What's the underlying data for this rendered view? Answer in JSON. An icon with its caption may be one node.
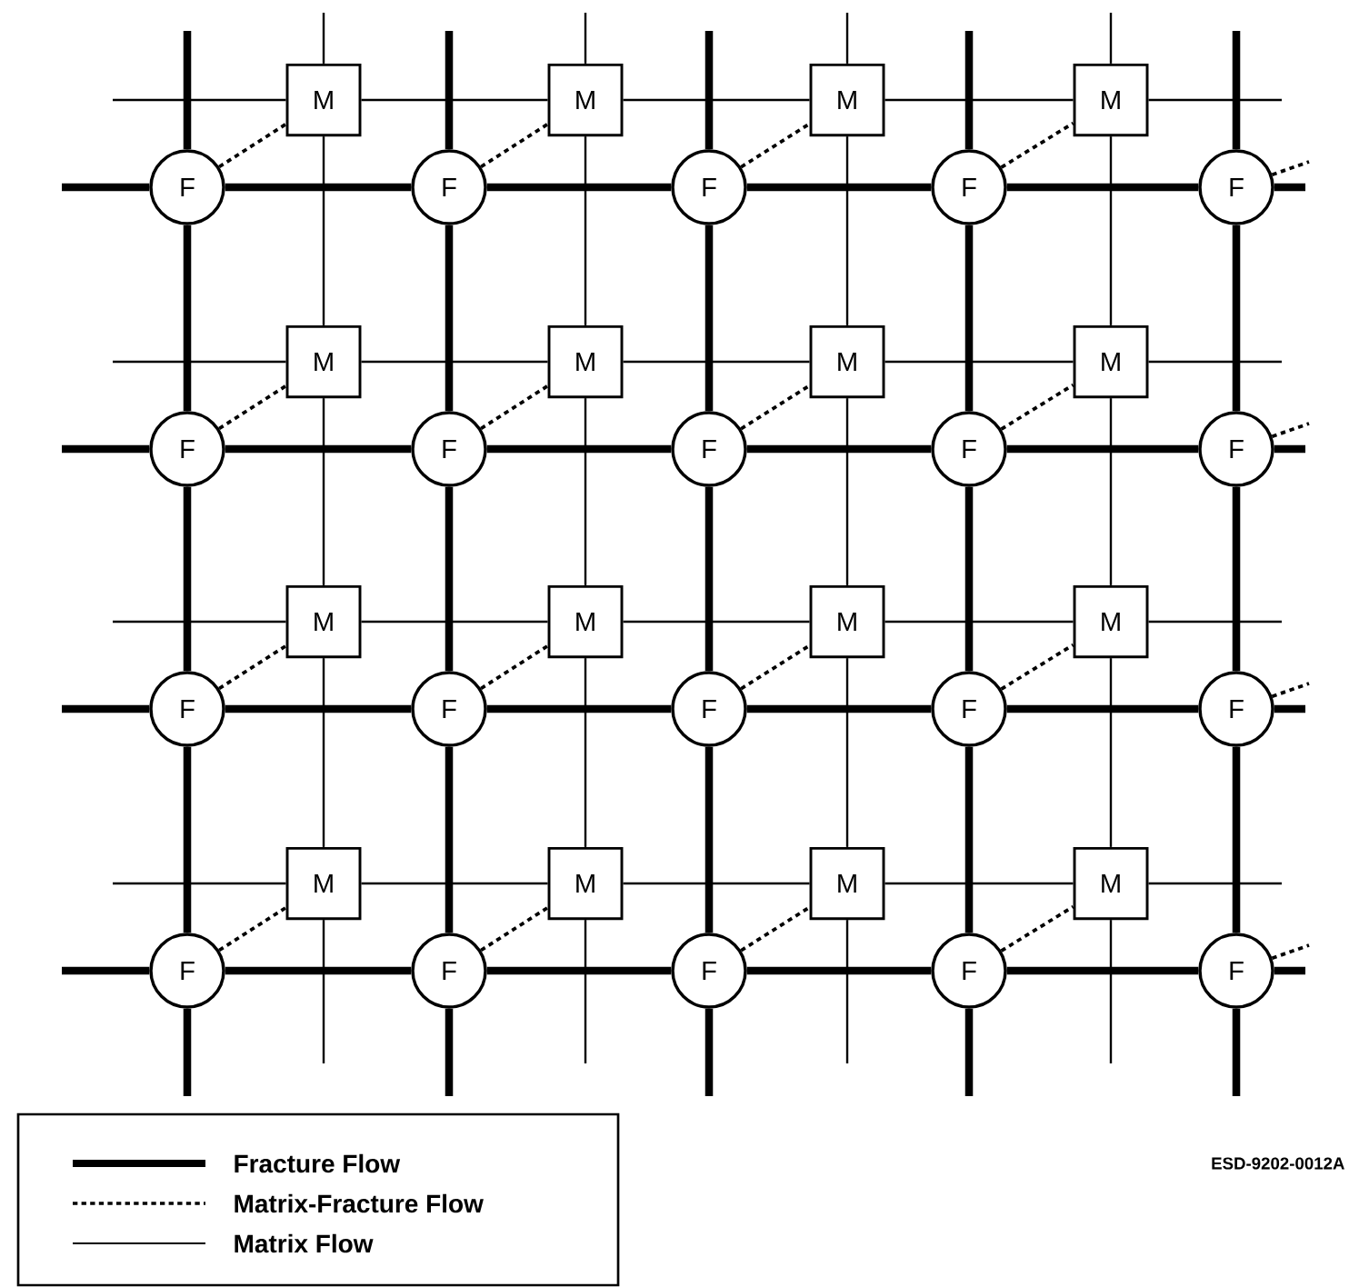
{
  "diagram": {
    "nodes": [
      {
        "text": [
          "M"
        ]
      },
      {
        "text": [
          "M"
        ]
      },
      {
        "text": [
          "M"
        ]
      },
      {
        "text": [
          "M"
        ]
      },
      {
        "text": [
          "F"
        ]
      },
      {
        "text": [
          "F"
        ]
      },
      {
        "text": [
          "F"
        ]
      },
      {
        "text": [
          "F"
        ]
      },
      {
        "text": [
          "F"
        ]
      },
      {
        "text": [
          "M"
        ]
      },
      {
        "text": [
          "M"
        ]
      },
      {
        "text": [
          "M"
        ]
      },
      {
        "text": [
          "M"
        ]
      },
      {
        "text": [
          "F"
        ]
      },
      {
        "text": [
          "F"
        ]
      },
      {
        "text": [
          "F"
        ]
      },
      {
        "text": [
          "F"
        ]
      },
      {
        "text": [
          "F"
        ]
      },
      {
        "text": [
          "M"
        ]
      },
      {
        "text": [
          "M"
        ]
      },
      {
        "text": [
          "M"
        ]
      },
      {
        "text": [
          "M"
        ]
      },
      {
        "text": [
          "F"
        ]
      },
      {
        "text": [
          "F"
        ]
      },
      {
        "text": [
          "F"
        ]
      },
      {
        "text": [
          "F"
        ]
      },
      {
        "text": [
          "F"
        ]
      },
      {
        "text": [
          "M"
        ]
      },
      {
        "text": [
          "M"
        ]
      },
      {
        "text": [
          "M"
        ]
      },
      {
        "text": [
          "M"
        ]
      },
      {
        "text": [
          "F"
        ]
      },
      {
        "text": [
          "F"
        ]
      },
      {
        "text": [
          "F"
        ]
      },
      {
        "text": [
          "F"
        ]
      },
      {
        "text": [
          "F"
        ]
      }
    ],
    "edges": [
      {
        "from": null,
        "to": 4,
        "arrow": "none",
        "style": "thick"
      },
      {
        "from": 4,
        "to": 5,
        "arrow": "none",
        "style": "thick"
      },
      {
        "from": 5,
        "to": 6,
        "arrow": "none",
        "style": "thick"
      },
      {
        "from": 6,
        "to": 7,
        "arrow": "none",
        "style": "thick"
      },
      {
        "from": 7,
        "to": 8,
        "arrow": "none",
        "style": "thick"
      },
      {
        "from": 8,
        "to": null,
        "arrow": "none",
        "style": "thick"
      },
      {
        "from": null,
        "to": 13,
        "arrow": "none",
        "style": "thick"
      },
      {
        "from": 13,
        "to": 14,
        "arrow": "none",
        "style": "thick"
      },
      {
        "from": 14,
        "to": 15,
        "arrow": "none",
        "style": "thick"
      },
      {
        "from": 15,
        "to": 16,
        "arrow": "none",
        "style": "thick"
      },
      {
        "from": 16,
        "to": 17,
        "arrow": "none",
        "style": "thick"
      },
      {
        "from": 17,
        "to": null,
        "arrow": "none",
        "style": "thick"
      },
      {
        "from": null,
        "to": 22,
        "arrow": "none",
        "style": "thick"
      },
      {
        "from": 22,
        "to": 23,
        "arrow": "none",
        "style": "thick"
      },
      {
        "from": 23,
        "to": 24,
        "arrow": "none",
        "style": "thick"
      },
      {
        "from": 24,
        "to": 25,
        "arrow": "none",
        "style": "thick"
      },
      {
        "from": 25,
        "to": 26,
        "arrow": "none",
        "style": "thick"
      },
      {
        "from": 26,
        "to": null,
        "arrow": "none",
        "style": "thick"
      },
      {
        "from": null,
        "to": 31,
        "arrow": "none",
        "style": "thick"
      },
      {
        "from": 31,
        "to": 32,
        "arrow": "none",
        "style": "thick"
      },
      {
        "from": 32,
        "to": 33,
        "arrow": "none",
        "style": "thick"
      },
      {
        "from": 33,
        "to": 34,
        "arrow": "none",
        "style": "thick"
      },
      {
        "from": 34,
        "to": 35,
        "arrow": "none",
        "style": "thick"
      },
      {
        "from": 35,
        "to": null,
        "arrow": "none",
        "style": "thick"
      },
      {
        "from": null,
        "to": 4,
        "arrow": "none",
        "style": "thick"
      },
      {
        "from": 4,
        "to": 13,
        "arrow": "none",
        "style": "thick"
      },
      {
        "from": 13,
        "to": 22,
        "arrow": "none",
        "style": "thick"
      },
      {
        "from": 22,
        "to": 31,
        "arrow": "none",
        "style": "thick"
      },
      {
        "from": 31,
        "to": null,
        "arrow": "none",
        "style": "thick"
      },
      {
        "from": null,
        "to": 5,
        "arrow": "none",
        "style": "thick"
      },
      {
        "from": 5,
        "to": 14,
        "arrow": "none",
        "style": "thick"
      },
      {
        "from": 14,
        "to": 23,
        "arrow": "none",
        "style": "thick"
      },
      {
        "from": 23,
        "to": 32,
        "arrow": "none",
        "style": "thick"
      },
      {
        "from": 32,
        "to": null,
        "arrow": "none",
        "style": "thick"
      },
      {
        "from": null,
        "to": 6,
        "arrow": "none",
        "style": "thick"
      },
      {
        "from": 6,
        "to": 15,
        "arrow": "none",
        "style": "thick"
      },
      {
        "from": 15,
        "to": 24,
        "arrow": "none",
        "style": "thick"
      },
      {
        "from": 24,
        "to": 33,
        "arrow": "none",
        "style": "thick"
      },
      {
        "from": 33,
        "to": null,
        "arrow": "none",
        "style": "thick"
      },
      {
        "from": null,
        "to": 7,
        "arrow": "none",
        "style": "thick"
      },
      {
        "from": 7,
        "to": 16,
        "arrow": "none",
        "style": "thick"
      },
      {
        "from": 16,
        "to": 25,
        "arrow": "none",
        "style": "thick"
      },
      {
        "from": 25,
        "to": 34,
        "arrow": "none",
        "style": "thick"
      },
      {
        "from": 34,
        "to": null,
        "arrow": "none",
        "style": "thick"
      },
      {
        "from": null,
        "to": 8,
        "arrow": "none",
        "style": "thick"
      },
      {
        "from": 8,
        "to": 17,
        "arrow": "none",
        "style": "thick"
      },
      {
        "from": 17,
        "to": 26,
        "arrow": "none",
        "style": "thick"
      },
      {
        "from": 26,
        "to": 35,
        "arrow": "none",
        "style": "thick"
      },
      {
        "from": 35,
        "to": null,
        "arrow": "none",
        "style": "thick"
      },
      {
        "from": null,
        "to": 0,
        "arrow": "none"
      },
      {
        "from": 0,
        "to": 1,
        "arrow": "none"
      },
      {
        "from": 1,
        "to": 2,
        "arrow": "none"
      },
      {
        "from": 2,
        "to": 3,
        "arrow": "none"
      },
      {
        "from": 3,
        "to": null,
        "arrow": "none"
      },
      {
        "from": null,
        "to": 9,
        "arrow": "none"
      },
      {
        "from": 9,
        "to": 10,
        "arrow": "none"
      },
      {
        "from": 10,
        "to": 11,
        "arrow": "none"
      },
      {
        "from": 11,
        "to": 12,
        "arrow": "none"
      },
      {
        "from": 12,
        "to": null,
        "arrow": "none"
      },
      {
        "from": null,
        "to": 18,
        "arrow": "none"
      },
      {
        "from": 18,
        "to": 19,
        "arrow": "none"
      },
      {
        "from": 19,
        "to": 20,
        "arrow": "none"
      },
      {
        "from": 20,
        "to": 21,
        "arrow": "none"
      },
      {
        "from": 21,
        "to": null,
        "arrow": "none"
      },
      {
        "from": null,
        "to": 27,
        "arrow": "none"
      },
      {
        "from": 27,
        "to": 28,
        "arrow": "none"
      },
      {
        "from": 28,
        "to": 29,
        "arrow": "none"
      },
      {
        "from": 29,
        "to": 30,
        "arrow": "none"
      },
      {
        "from": 30,
        "to": null,
        "arrow": "none"
      },
      {
        "from": null,
        "to": 0,
        "arrow": "none"
      },
      {
        "from": 0,
        "to": 9,
        "arrow": "none"
      },
      {
        "from": 9,
        "to": 18,
        "arrow": "none"
      },
      {
        "from": 18,
        "to": 27,
        "arrow": "none"
      },
      {
        "from": 27,
        "to": null,
        "arrow": "none"
      },
      {
        "from": null,
        "to": 1,
        "arrow": "none"
      },
      {
        "from": 1,
        "to": 10,
        "arrow": "none"
      },
      {
        "from": 10,
        "to": 19,
        "arrow": "none"
      },
      {
        "from": 19,
        "to": 28,
        "arrow": "none"
      },
      {
        "from": 28,
        "to": null,
        "arrow": "none"
      },
      {
        "from": null,
        "to": 2,
        "arrow": "none"
      },
      {
        "from": 2,
        "to": 11,
        "arrow": "none"
      },
      {
        "from": 11,
        "to": 20,
        "arrow": "none"
      },
      {
        "from": 20,
        "to": 29,
        "arrow": "none"
      },
      {
        "from": 29,
        "to": null,
        "arrow": "none"
      },
      {
        "from": null,
        "to": 3,
        "arrow": "none"
      },
      {
        "from": 3,
        "to": 12,
        "arrow": "none"
      },
      {
        "from": 12,
        "to": 21,
        "arrow": "none"
      },
      {
        "from": 21,
        "to": 30,
        "arrow": "none"
      },
      {
        "from": 30,
        "to": null,
        "arrow": "none"
      },
      {
        "from": 4,
        "to": 0,
        "arrow": "none",
        "style": "dashed"
      },
      {
        "from": 5,
        "to": 1,
        "arrow": "none",
        "style": "dashed"
      },
      {
        "from": 6,
        "to": 2,
        "arrow": "none",
        "style": "dashed"
      },
      {
        "from": 7,
        "to": 3,
        "arrow": "none",
        "style": "dashed"
      },
      {
        "from": 8,
        "to": null,
        "arrow": "none",
        "style": "dashed"
      },
      {
        "from": 13,
        "to": 9,
        "arrow": "none",
        "style": "dashed"
      },
      {
        "from": 14,
        "to": 10,
        "arrow": "none",
        "style": "dashed"
      },
      {
        "from": 15,
        "to": 11,
        "arrow": "none",
        "style": "dashed"
      },
      {
        "from": 16,
        "to": 12,
        "arrow": "none",
        "style": "dashed"
      },
      {
        "from": 17,
        "to": null,
        "arrow": "none",
        "style": "dashed"
      },
      {
        "from": 22,
        "to": 18,
        "arrow": "none",
        "style": "dashed"
      },
      {
        "from": 23,
        "to": 19,
        "arrow": "none",
        "style": "dashed"
      },
      {
        "from": 24,
        "to": 20,
        "arrow": "none",
        "style": "dashed"
      },
      {
        "from": 25,
        "to": 21,
        "arrow": "none",
        "style": "dashed"
      },
      {
        "from": 26,
        "to": null,
        "arrow": "none",
        "style": "dashed"
      },
      {
        "from": 31,
        "to": 27,
        "arrow": "none",
        "style": "dashed"
      },
      {
        "from": 32,
        "to": 28,
        "arrow": "none",
        "style": "dashed"
      },
      {
        "from": 33,
        "to": 29,
        "arrow": "none",
        "style": "dashed"
      },
      {
        "from": 34,
        "to": 30,
        "arrow": "none",
        "style": "dashed"
      },
      {
        "from": 35,
        "to": null,
        "arrow": "none",
        "style": "dashed"
      }
    ],
    "labels": [
      "ESD-9202-0012A"
    ],
    "legend": [
      {
        "text": "Fracture Flow"
      },
      {
        "text": "Matrix-Fracture Flow"
      },
      {
        "text": "Matrix Flow"
      }
    ]
  }
}
